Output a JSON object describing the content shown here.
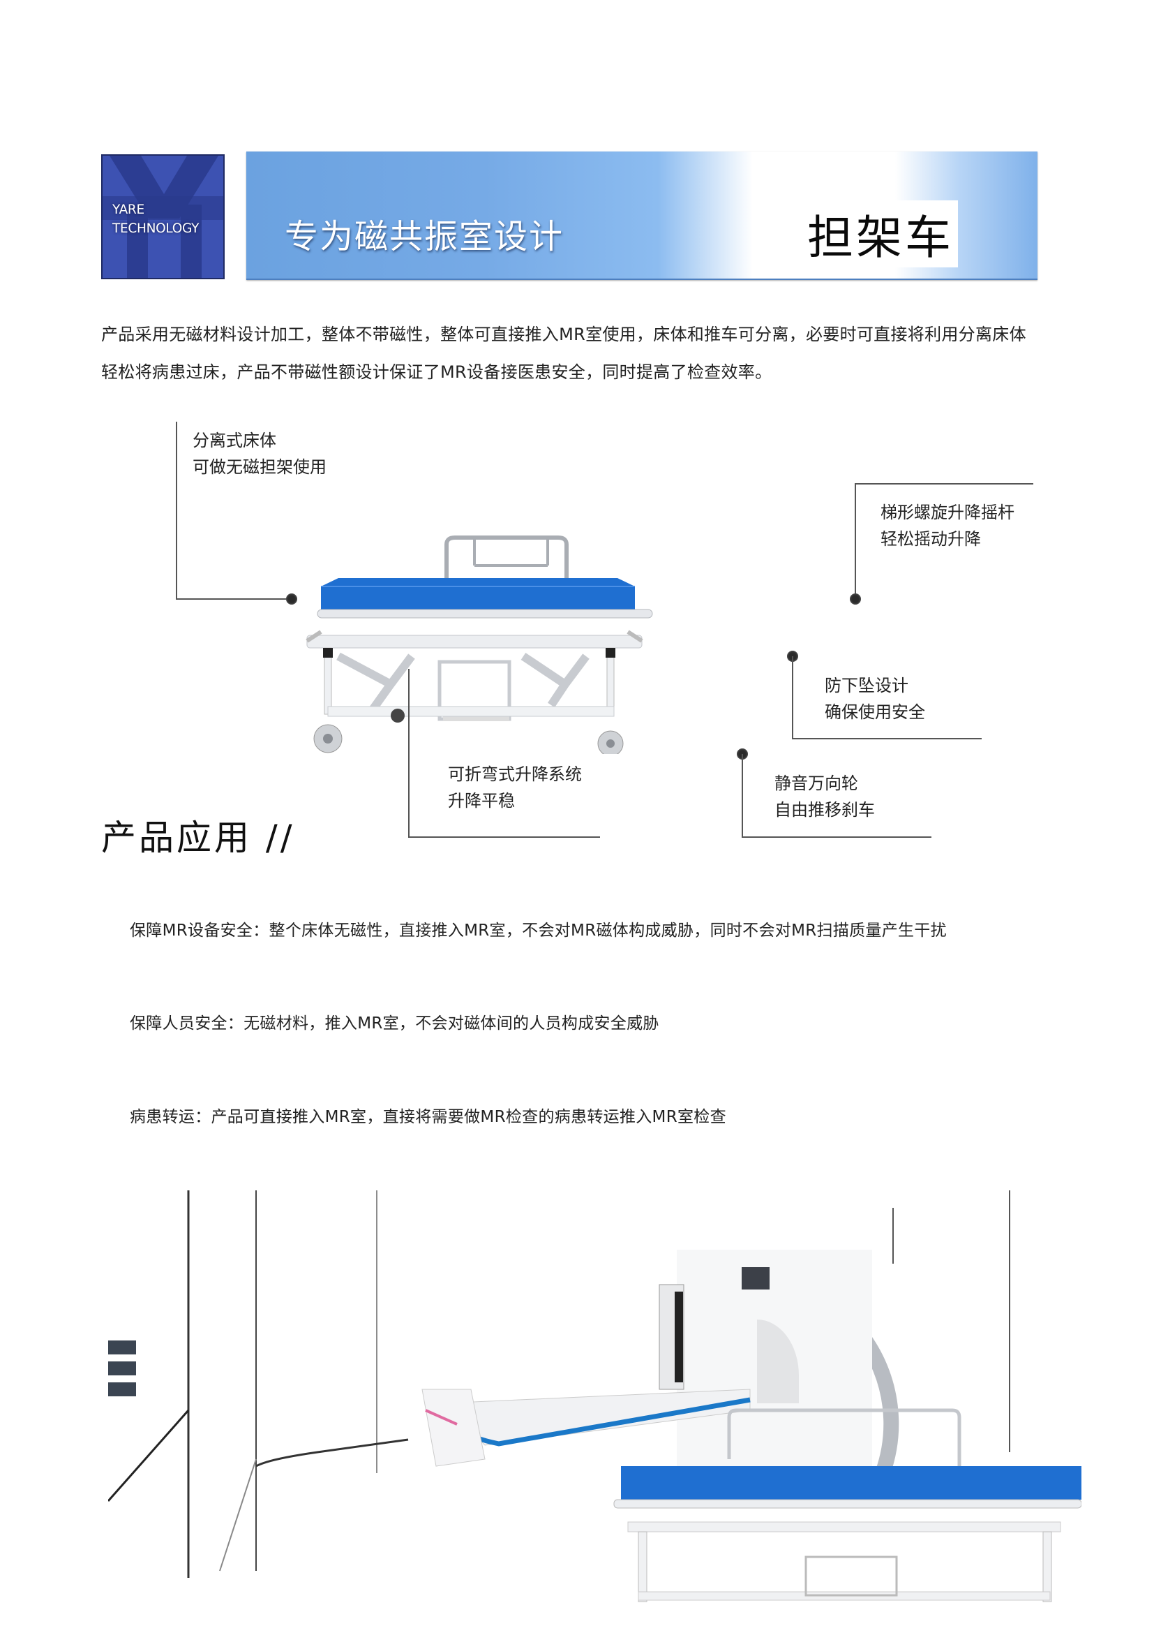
{
  "header": {
    "logo": {
      "line1": "YARE",
      "line2": "TECHNOLOGY",
      "color": "#3a4fae"
    },
    "banner": {
      "subtitle": "专为磁共振室设计",
      "title": "担架车",
      "gradient_start": "#6ba2e0",
      "gradient_end": "#7fb1ea"
    }
  },
  "intro": {
    "text": "产品采用无磁材料设计加工，整体不带磁性，整体可直接推入MR室使用，床体和推车可分离，必要时可直接将利用分离床体轻松将病患过床，产品不带磁性额设计保证了MR设备接医患安全，同时提高了检查效率。"
  },
  "product_diagram": {
    "callouts": [
      {
        "id": "separable-bed",
        "line1": "分离式床体",
        "line2": "可做无磁担架使用"
      },
      {
        "id": "trapezoid-screw",
        "line1": "梯形螺旋升降摇杆",
        "line2": "轻松摇动升降"
      },
      {
        "id": "anti-fall",
        "line1": "防下坠设计",
        "line2": "确保使用安全"
      },
      {
        "id": "folding-lift",
        "line1": "可折弯式升降系统",
        "line2": "升降平稳"
      },
      {
        "id": "silent-caster",
        "line1": "静音万向轮",
        "line2": "自由推移刹车"
      }
    ],
    "mattress_color": "#1f6fd1"
  },
  "applications": {
    "title": "产品应用 //",
    "items": [
      {
        "text": "保障MR设备安全：整个床体无磁性，直接推入MR室，不会对MR磁体构成威胁，同时不会对MR扫描质量产生干扰"
      },
      {
        "text": "保障人员安全：无磁材料，推入MR室，不会对磁体间的人员构成安全威胁"
      },
      {
        "text": "病患转运：产品可直接推入MR室，直接将需要做MR检查的病患转运推入MR室检查"
      }
    ]
  }
}
